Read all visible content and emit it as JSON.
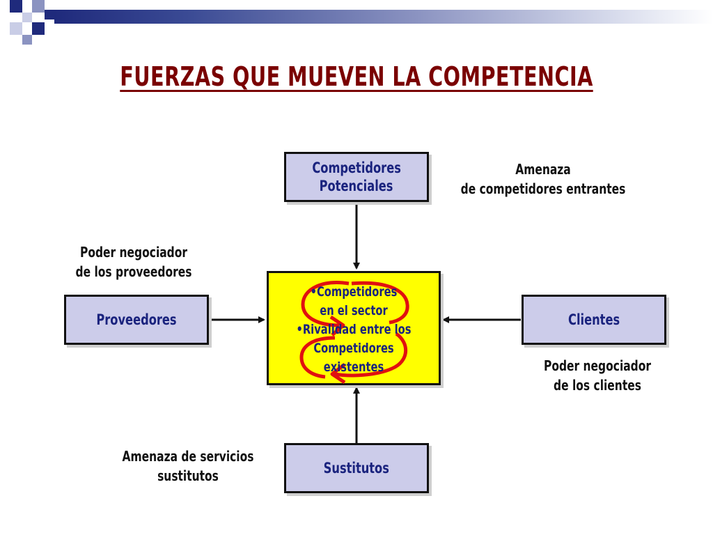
{
  "title": "FUERZAS QUE MUEVEN LA COMPETENCIA",
  "boxes": {
    "potenciales": [
      "Competidores",
      "Potenciales"
    ],
    "proveedores": "Proveedores",
    "clientes": "Clientes",
    "sustitutos": "Sustitutos"
  },
  "center": [
    "•Competidores",
    "en el sector",
    "•Rivalidad entre los",
    "Competidores",
    "existentes"
  ],
  "labels": {
    "amenaza_entrantes": [
      "Amenaza",
      "de competidores entrantes"
    ],
    "poder_proveedores": [
      "Poder negociador",
      "de los proveedores"
    ],
    "poder_clientes": [
      "Poder negociador",
      "de los clientes"
    ],
    "amenaza_sustitutos": [
      "Amenaza de servicios",
      "sustitutos"
    ]
  },
  "colors": {
    "title": "#7a0000",
    "box_fill": "#ccccea",
    "box_text": "#1a237e",
    "center_fill": "#ffff00",
    "cycle_arrows": "#e01010"
  },
  "icons": [
    "cycle-arrows-icon"
  ]
}
